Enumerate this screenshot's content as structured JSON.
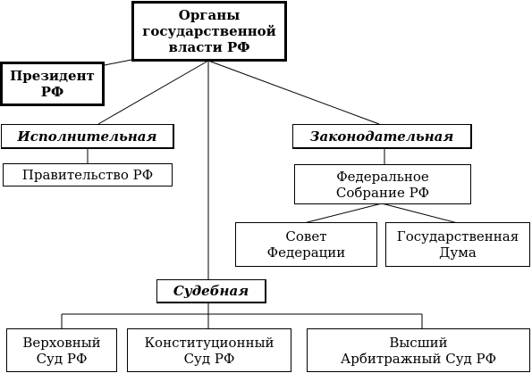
{
  "nodes": {
    "root": [
      "Органы",
      "государственной",
      "власти РФ"
    ],
    "president": [
      "Президент",
      "РФ"
    ],
    "executive": [
      "Исполнительная"
    ],
    "legislative": [
      "Законодательная"
    ],
    "judicial": [
      "Судебная"
    ],
    "government": [
      "Правительство РФ"
    ],
    "federal_assembly": [
      "Федеральное",
      "Собрание РФ"
    ],
    "federation_council": [
      "Совет",
      "Федерации"
    ],
    "state_duma": [
      "Государственная",
      "Дума"
    ],
    "supreme_court": [
      "Верховный",
      "Суд РФ"
    ],
    "constitutional_court": [
      "Конституционный",
      "Суд РФ"
    ],
    "arbitration_court": [
      "Высший",
      "Арбитражный Суд РФ"
    ]
  }
}
